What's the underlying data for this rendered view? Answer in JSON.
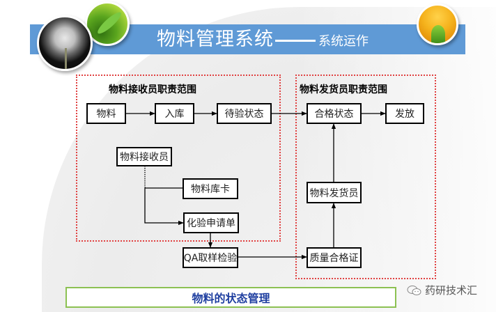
{
  "header": {
    "title_main": "物料管理系统",
    "title_sub": "系统运作",
    "banner_color": "#5f9ad6",
    "decor_images": [
      "dandelion-photo",
      "green-leaf-photo",
      "yellow-tulip-photo"
    ]
  },
  "regions": {
    "receiver": {
      "title": "物料接收员职责范围",
      "border_color": "#e04040"
    },
    "issuer": {
      "title": "物料发货员职责范围",
      "border_color": "#e04040"
    }
  },
  "nodes": {
    "material": "物料",
    "warehousing": "入库",
    "pending_inspection": "待验状态",
    "qualified_status": "合格状态",
    "release": "发放",
    "receiver_staff": "物料接收员",
    "stock_card": "物料库卡",
    "inspection_request": "化验申请单",
    "qa_sampling": "QA取样检验",
    "quality_certificate": "质量合格证",
    "issuer_staff": "物料发货员"
  },
  "edges": [
    {
      "from": "material",
      "to": "warehousing"
    },
    {
      "from": "warehousing",
      "to": "pending_inspection"
    },
    {
      "from": "pending_inspection",
      "to": "qualified_status"
    },
    {
      "from": "qualified_status",
      "to": "release"
    },
    {
      "from": "receiver_staff",
      "to": "stock_card",
      "style": "dotted-then-solid"
    },
    {
      "from": "receiver_staff",
      "to": "inspection_request"
    },
    {
      "from": "inspection_request",
      "to": "qa_sampling"
    },
    {
      "from": "qa_sampling",
      "to": "quality_certificate"
    },
    {
      "from": "quality_certificate",
      "to": "issuer_staff"
    },
    {
      "from": "issuer_staff",
      "to": "qualified_status"
    }
  ],
  "footer": {
    "caption": "物料的状态管理",
    "caption_color": "#1f3fa0",
    "caption_border_color": "#8cc152",
    "watermark": "药研技术汇"
  }
}
